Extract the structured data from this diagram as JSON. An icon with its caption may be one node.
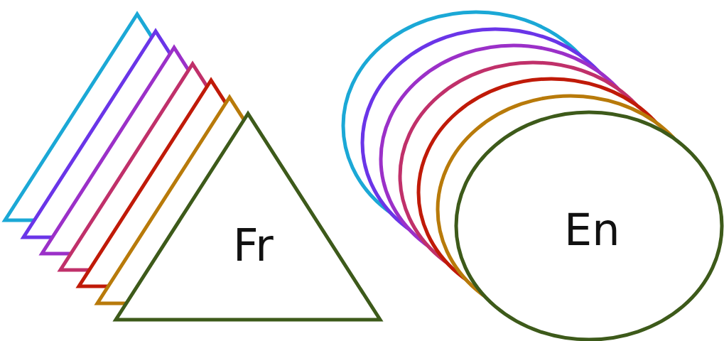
{
  "diagram": {
    "nodes": [
      {
        "text": [],
        "shape": "triangle"
      },
      {
        "text": [],
        "shape": "triangle"
      },
      {
        "text": [],
        "shape": "triangle"
      },
      {
        "text": [],
        "shape": "triangle"
      },
      {
        "text": [],
        "shape": "triangle"
      },
      {
        "text": [],
        "shape": "triangle"
      },
      {
        "text": [
          "Fr"
        ]
      },
      {
        "text": [],
        "shape": "ellipse"
      },
      {
        "text": [],
        "shape": "ellipse"
      },
      {
        "text": [],
        "shape": "ellipse"
      },
      {
        "text": [],
        "shape": "ellipse"
      },
      {
        "text": [],
        "shape": "ellipse"
      },
      {
        "text": [],
        "shape": "ellipse"
      },
      {
        "text": [
          "En"
        ]
      }
    ],
    "edges": []
  }
}
